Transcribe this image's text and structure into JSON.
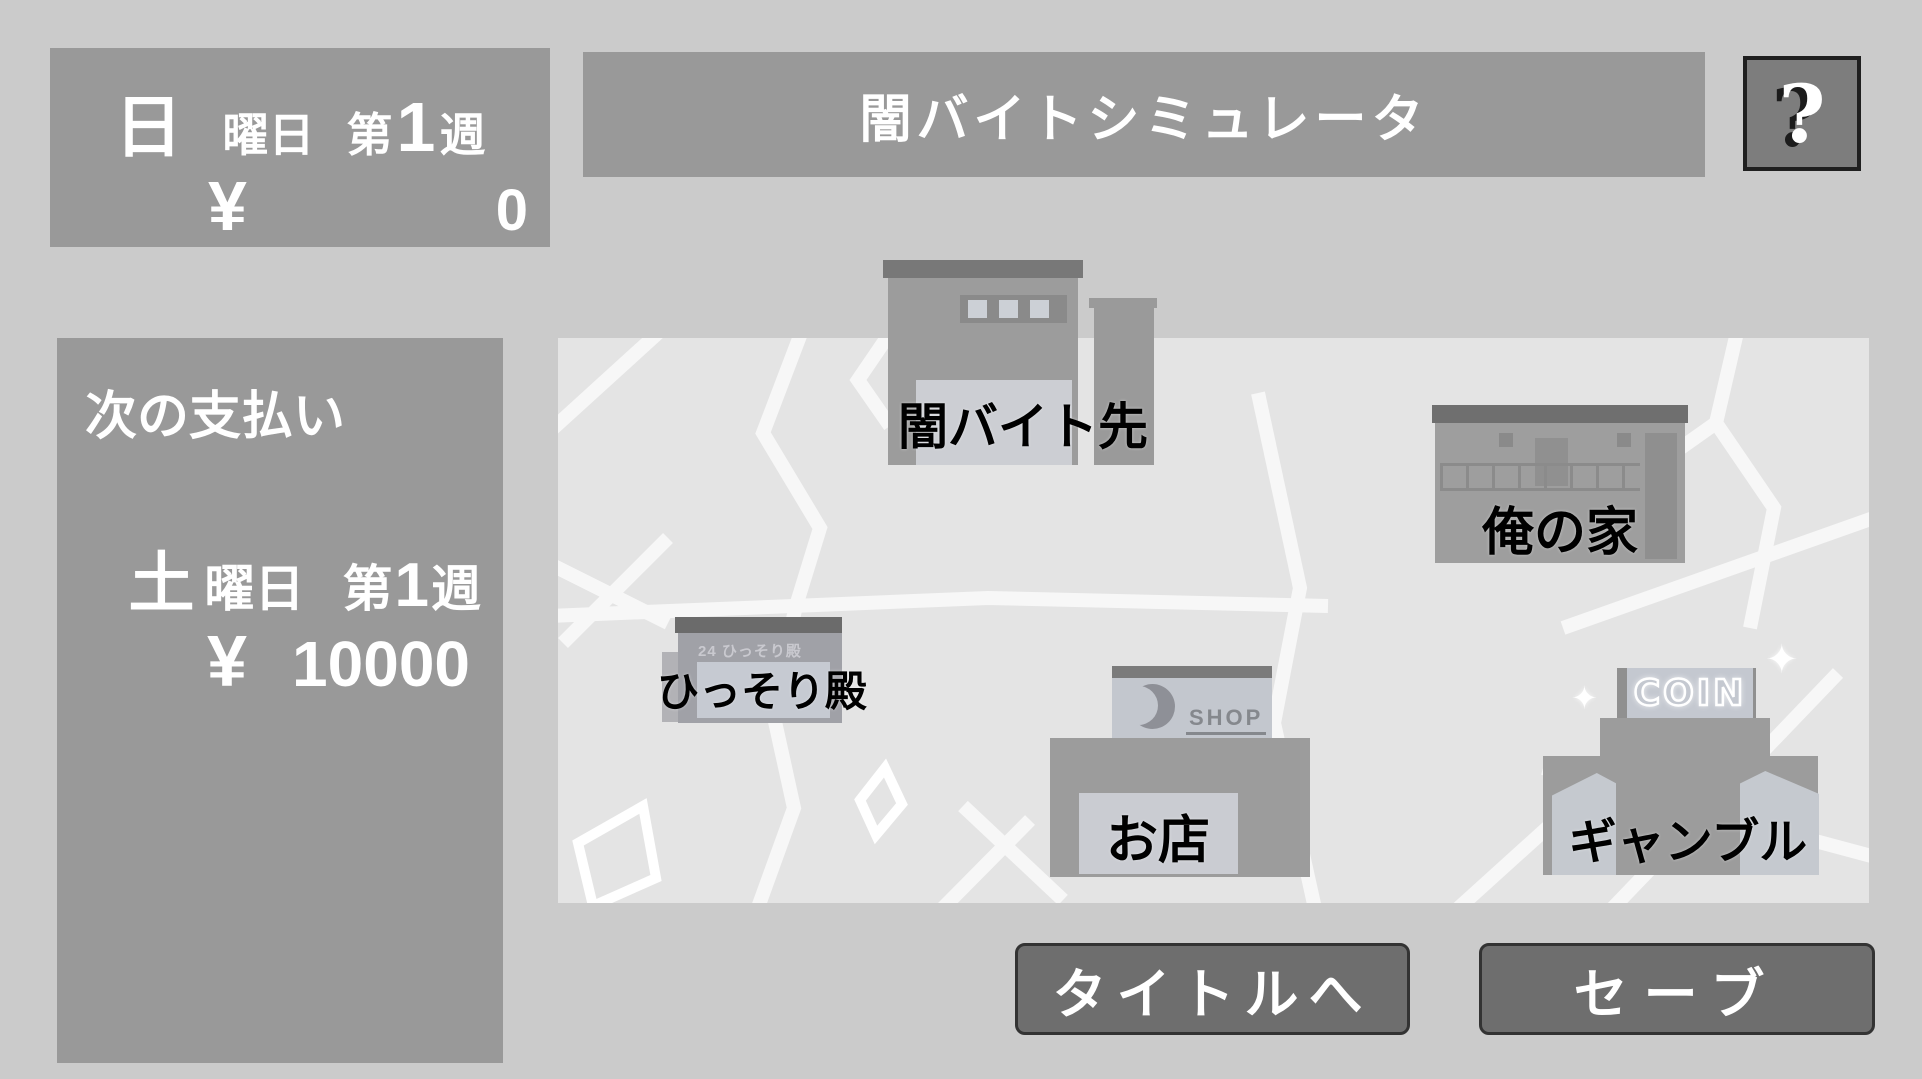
{
  "app": {
    "title": "闇バイトシミュレータ",
    "help_icon": "?"
  },
  "status_panel": {
    "day": "日",
    "day_label": "曜日",
    "week_prefix": "第",
    "week_number": "1",
    "week_suffix": "週",
    "currency_symbol": "¥",
    "money": "0"
  },
  "payment_panel": {
    "heading": "次の支払い",
    "day": "土",
    "day_label": "曜日",
    "week_prefix": "第",
    "week_number": "1",
    "week_suffix": "週",
    "currency_symbol": "¥",
    "amount": "10000"
  },
  "map": {
    "locations": [
      {
        "id": "yamibaito-saki",
        "label": "闇バイト先"
      },
      {
        "id": "ore-no-ie",
        "label": "俺の家"
      },
      {
        "id": "hissori-den",
        "label": "ひっそり殿",
        "sign_text": "24 ひっそり殿"
      },
      {
        "id": "omise",
        "label": "お店",
        "sign_text": "SHOP"
      },
      {
        "id": "gambling",
        "label": "ギャンブル",
        "sign_text": "COIN"
      }
    ],
    "sparkle_icon": "✦"
  },
  "footer": {
    "title_button": "タイトルへ",
    "save_button": "セーブ"
  },
  "colors": {
    "background": "#cbcbcb",
    "panel": "#999999",
    "map_bg": "#e4e4e4",
    "road": "#f7f7f7",
    "building_body": "#9c9c9c",
    "building_roof": "#6f6f6f",
    "storefront": "#caccd2",
    "button_bg": "#6e6e6e",
    "text_light": "#ffffff",
    "text_dark": "#000000"
  }
}
